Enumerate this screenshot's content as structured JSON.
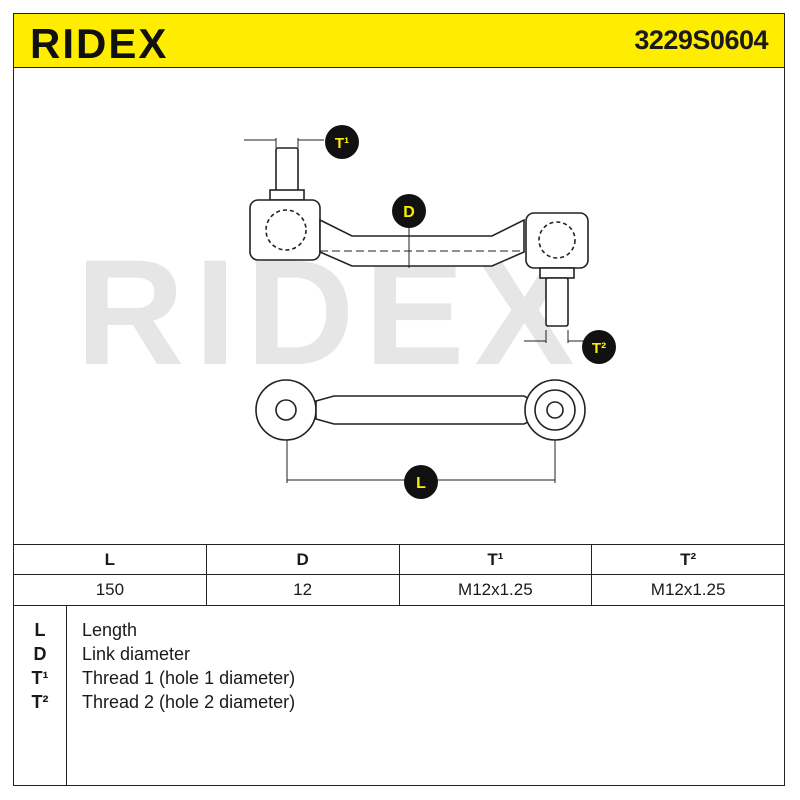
{
  "header": {
    "brand": "RIDEX",
    "part_number": "3229S0604"
  },
  "drawing": {
    "watermark": "RIDEX",
    "badges": {
      "t1": "T¹",
      "t2": "T²",
      "d": "D",
      "l": "L"
    }
  },
  "table": {
    "columns": [
      "L",
      "D",
      "T¹",
      "T²"
    ],
    "values": [
      "150",
      "12",
      "M12x1.25",
      "M12x1.25"
    ]
  },
  "legend": [
    {
      "key": "L",
      "label": "Length"
    },
    {
      "key": "D",
      "label": "Link diameter"
    },
    {
      "key": "T¹",
      "label": "Thread 1 (hole 1 diameter)"
    },
    {
      "key": "T²",
      "label": "Thread 2 (hole 2 diameter)"
    }
  ],
  "colors": {
    "header_bg": "#ffed00",
    "badge_fill": "#111111",
    "badge_text": "#ffed00",
    "watermark": "#e6e6e6",
    "line": "#222222"
  }
}
